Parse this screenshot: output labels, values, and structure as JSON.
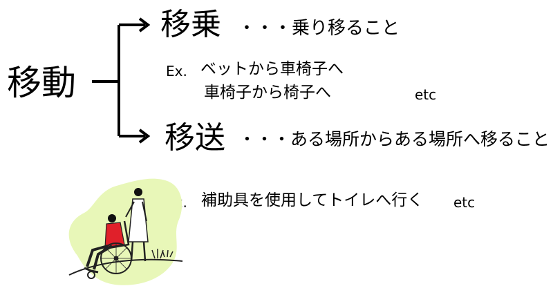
{
  "root": {
    "term": "移動"
  },
  "branches": [
    {
      "term": "移乗",
      "description": "・・・乗り移ること",
      "example_prefix": "Ex.",
      "example_lines": [
        "ベットから車椅子へ",
        "車椅子から椅子へ"
      ],
      "example_suffix": "etc"
    },
    {
      "term": "移送",
      "description": "・・・ある場所からある場所へ移ること",
      "example_prefix": "Ex.",
      "example_lines": [
        "補助具を使用してトイレへ行く"
      ],
      "example_suffix": "etc"
    }
  ],
  "colors": {
    "text": "#000000",
    "clipart_background": "#e8f7b8",
    "wheelchair_user_shirt": "#e0202a"
  },
  "illustration": {
    "icon": "wheelchair-caregiver-illustration"
  }
}
